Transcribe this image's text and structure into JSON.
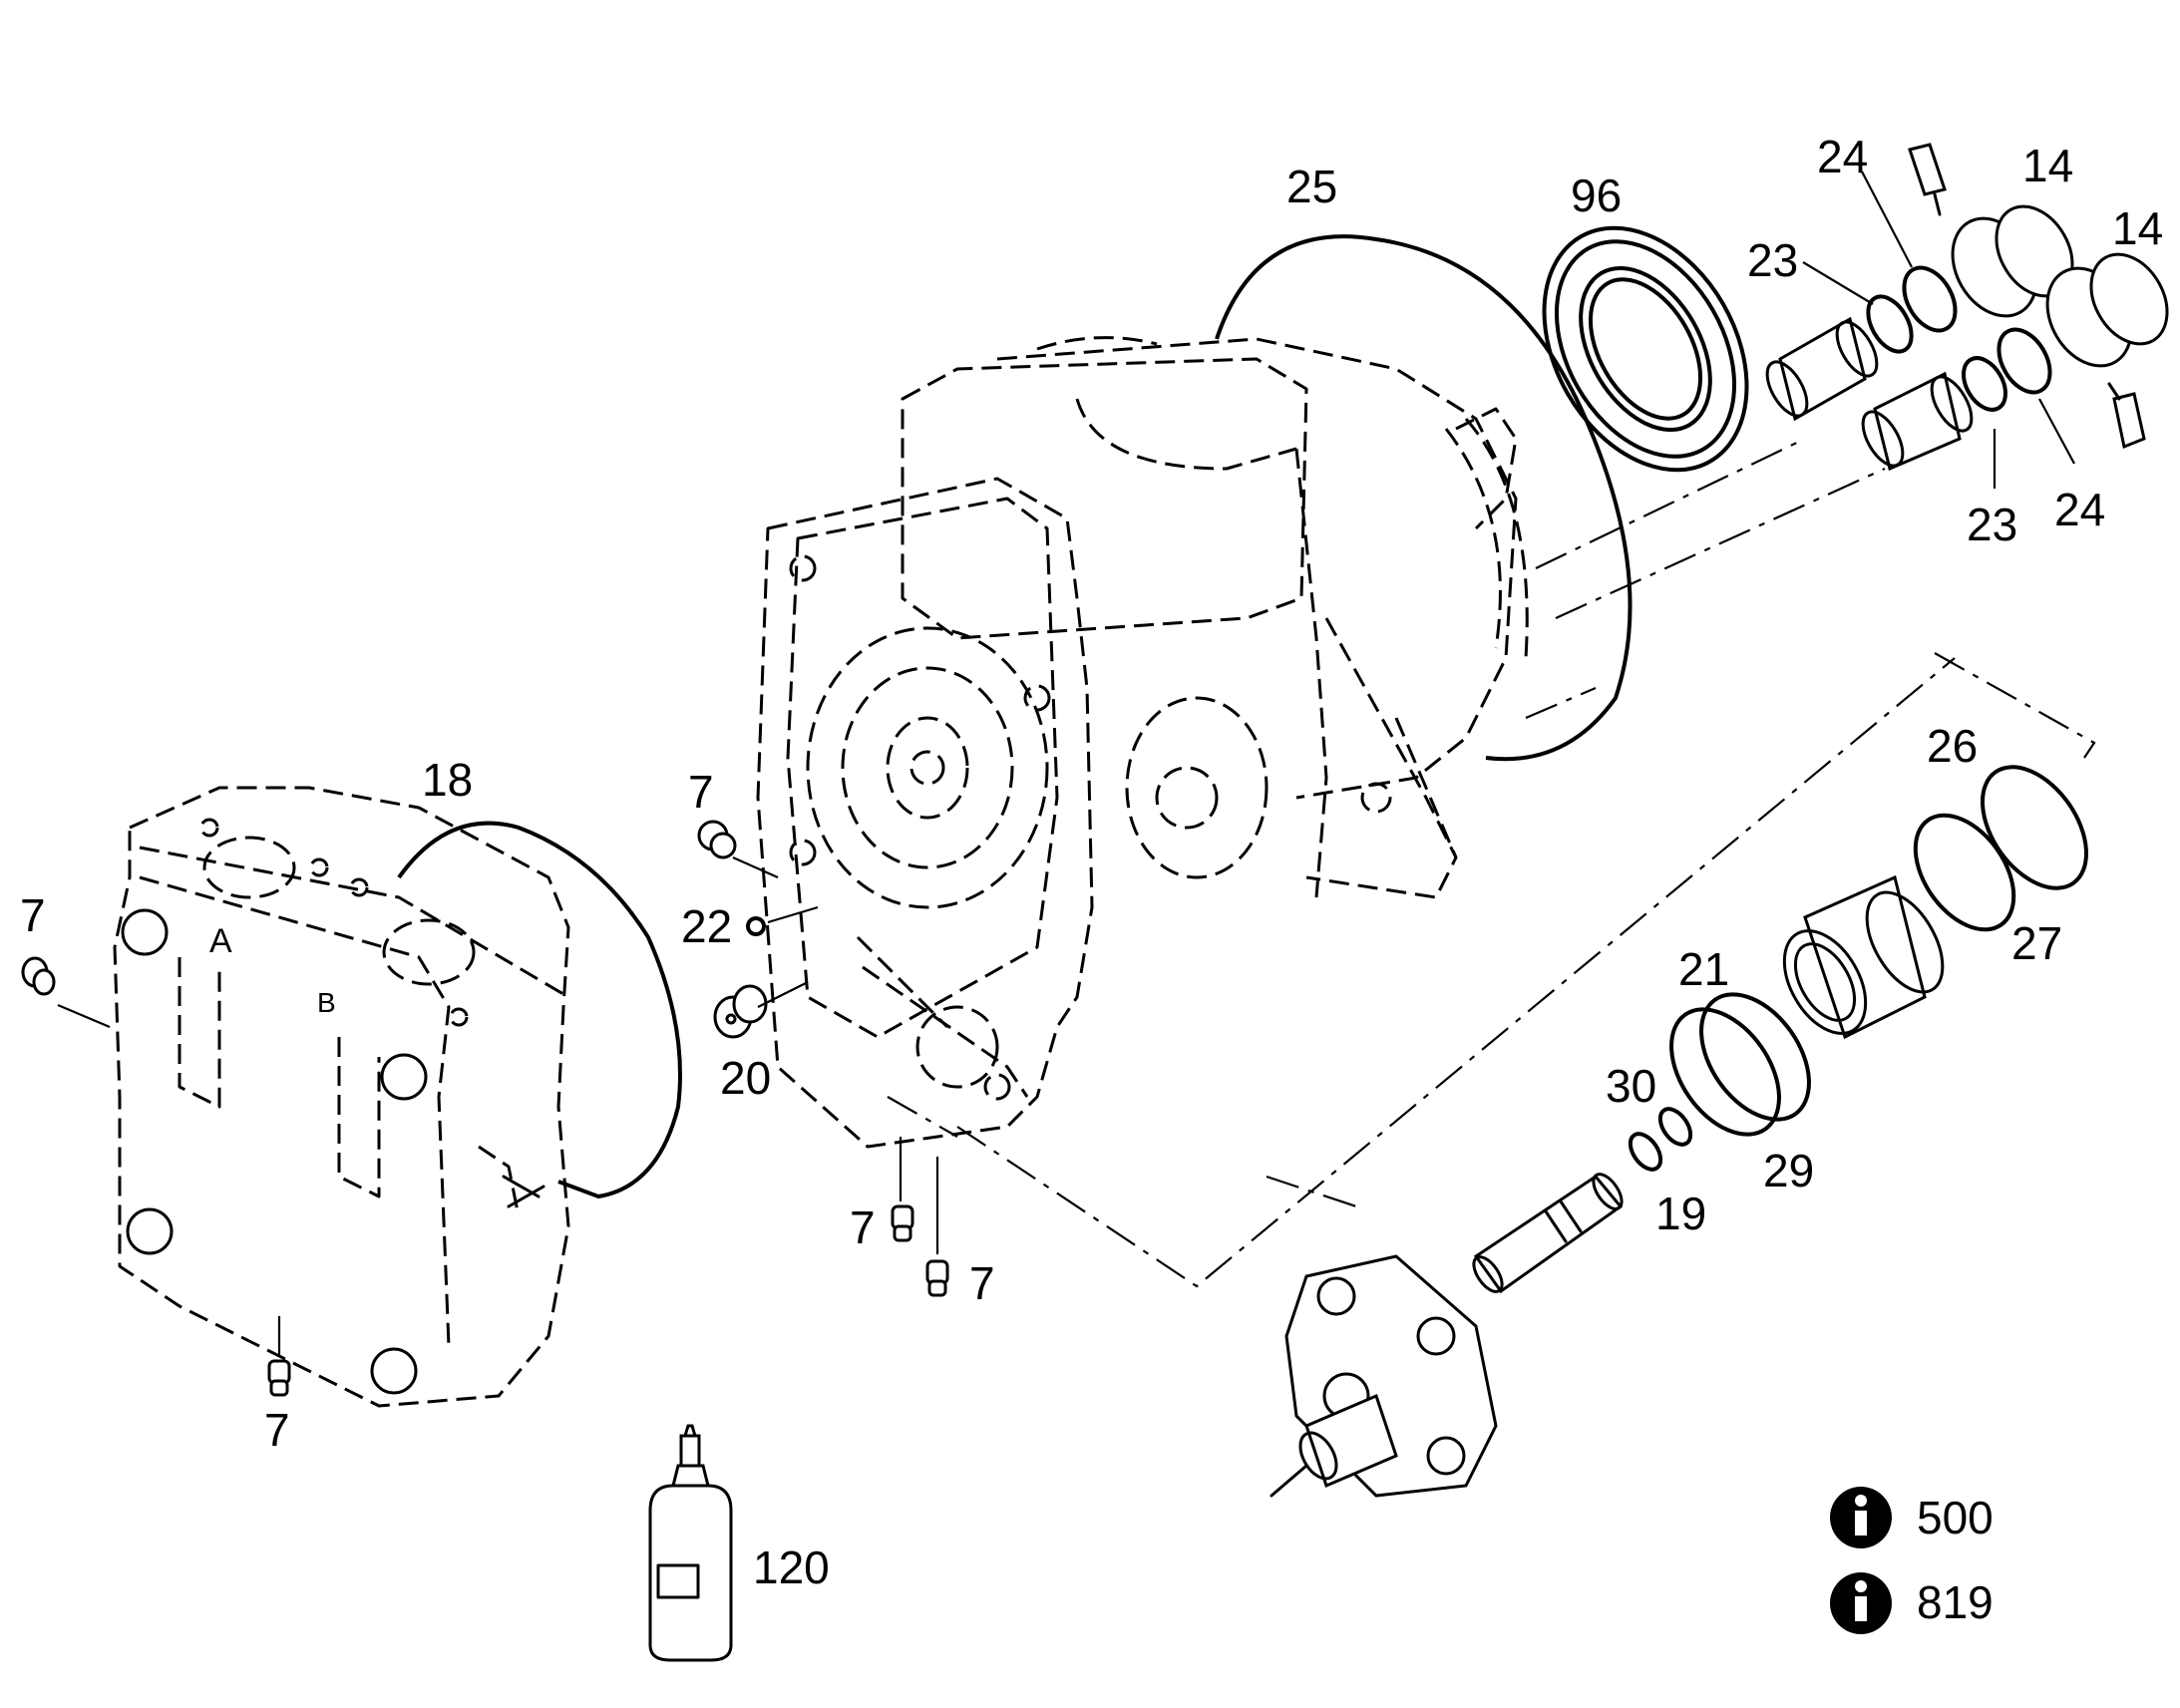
{
  "callouts": [
    {
      "id": "c25",
      "text": "25"
    },
    {
      "id": "c96",
      "text": "96"
    },
    {
      "id": "c24a",
      "text": "24"
    },
    {
      "id": "c14a",
      "text": "14"
    },
    {
      "id": "c14b",
      "text": "14"
    },
    {
      "id": "c23a",
      "text": "23"
    },
    {
      "id": "c23b",
      "text": "23"
    },
    {
      "id": "c24b",
      "text": "24"
    },
    {
      "id": "c18",
      "text": "18"
    },
    {
      "id": "c7a",
      "text": "7"
    },
    {
      "id": "c7b",
      "text": "7"
    },
    {
      "id": "c22",
      "text": "22"
    },
    {
      "id": "c20",
      "text": "20"
    },
    {
      "id": "c26",
      "text": "26"
    },
    {
      "id": "c27",
      "text": "27"
    },
    {
      "id": "c21",
      "text": "21"
    },
    {
      "id": "c30",
      "text": "30"
    },
    {
      "id": "c29",
      "text": "29"
    },
    {
      "id": "c19",
      "text": "19"
    },
    {
      "id": "c7c",
      "text": "7"
    },
    {
      "id": "c7d",
      "text": "7"
    },
    {
      "id": "c7e",
      "text": "7"
    },
    {
      "id": "c120",
      "text": "120"
    }
  ],
  "port_labels": {
    "a": "A",
    "b": "B"
  },
  "info_refs": [
    {
      "icon": "info-icon",
      "text": "500"
    },
    {
      "icon": "info-icon",
      "text": "819"
    }
  ]
}
